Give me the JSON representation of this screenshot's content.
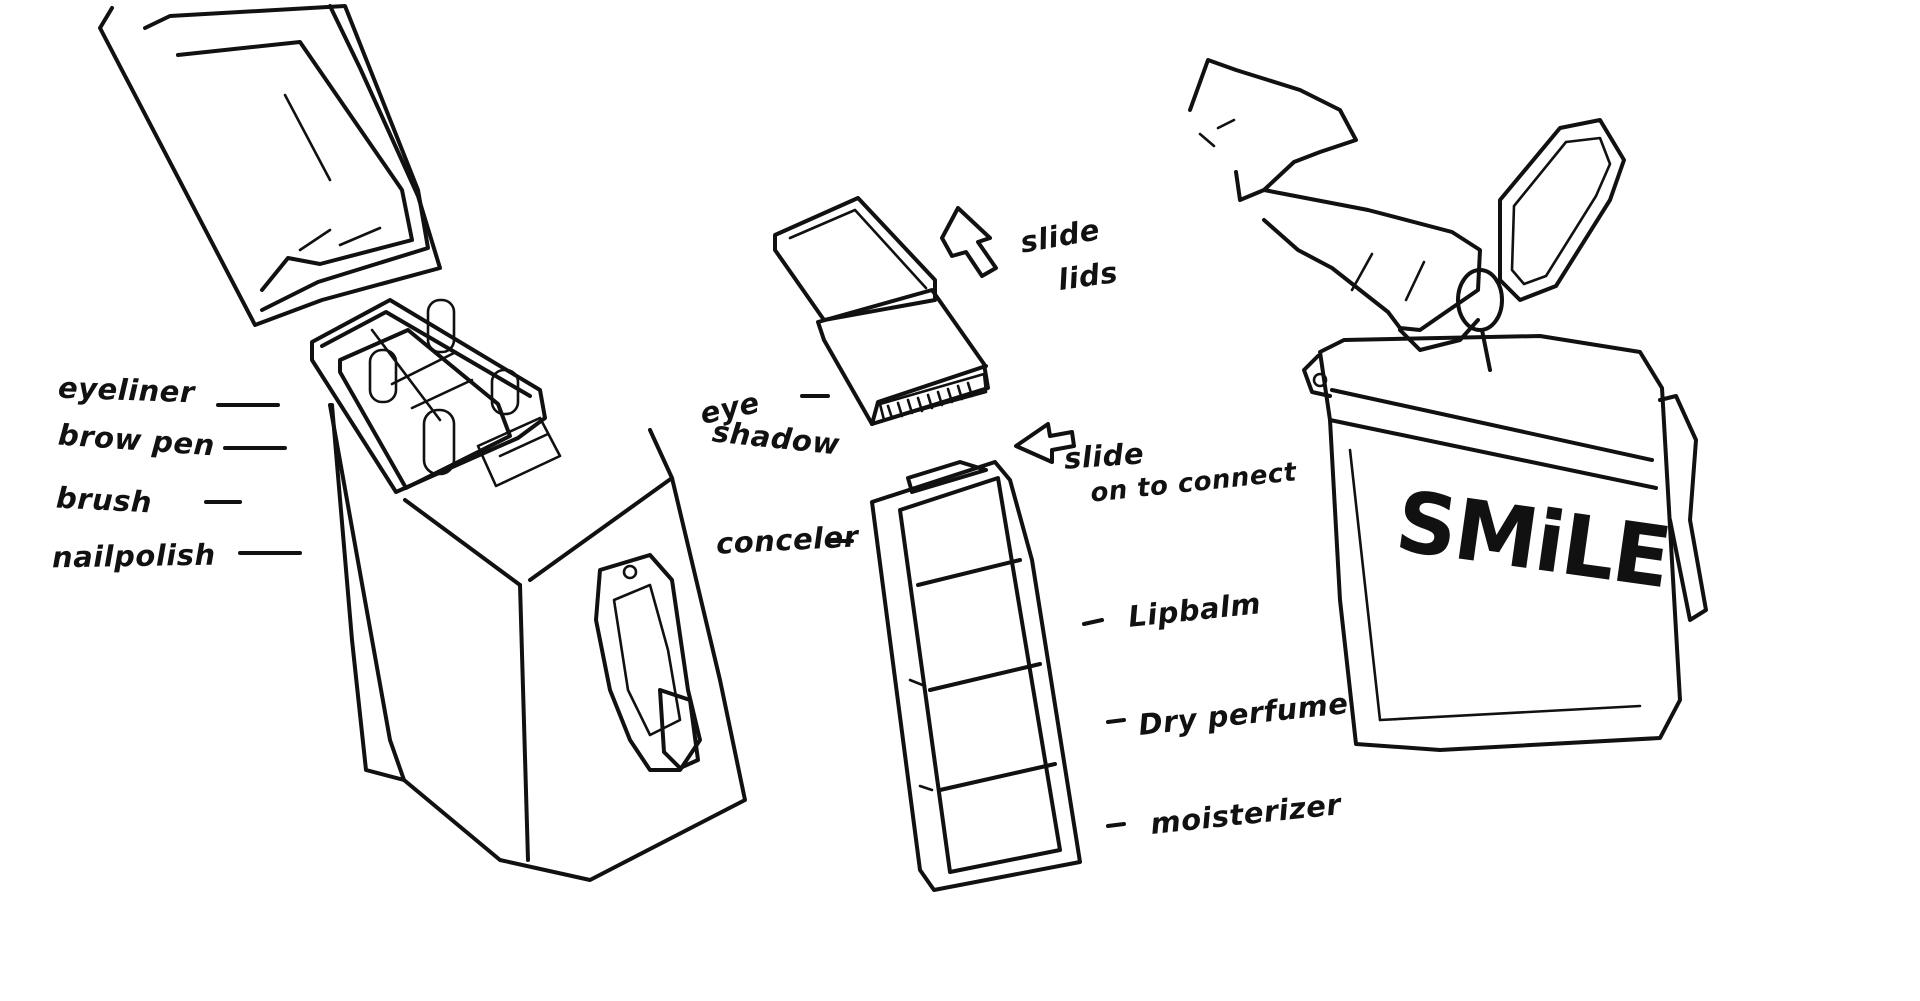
{
  "labels": {
    "eyeliner": "eyeliner",
    "brow_pen": "brow pen",
    "brush": "brush",
    "nailpolish": "nailpolish",
    "eye": "eye",
    "shadow": "shadow",
    "slide": "slide",
    "lids": "lids",
    "slide_connect_1": "slide",
    "slide_connect_2": "on to connect",
    "conceler": "conceler",
    "lipbalm": "Lipbalm",
    "dry_perfume": "Dry perfume",
    "moisterizer": "moisterizer"
  },
  "brand": "SMiLE",
  "colors": {
    "ink": "#111111",
    "paper": "#ffffff"
  }
}
